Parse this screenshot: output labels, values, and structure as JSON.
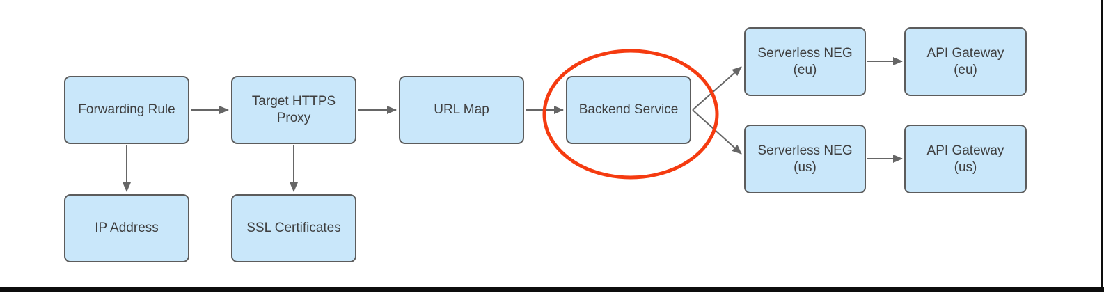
{
  "nodes": {
    "forwarding_rule": {
      "label": "Forwarding Rule"
    },
    "target_https_proxy": {
      "label": "Target HTTPS\nProxy"
    },
    "url_map": {
      "label": "URL Map"
    },
    "backend_service": {
      "label": "Backend Service"
    },
    "ip_address": {
      "label": "IP Address"
    },
    "ssl_certificates": {
      "label": "SSL Certificates"
    },
    "serverless_neg_eu": {
      "label": "Serverless NEG\n(eu)"
    },
    "api_gateway_eu": {
      "label": "API Gateway\n(eu)"
    },
    "serverless_neg_us": {
      "label": "Serverless NEG\n(us)"
    },
    "api_gateway_us": {
      "label": "API Gateway\n(us)"
    }
  },
  "edges": [
    {
      "from": "forwarding_rule",
      "to": "target_https_proxy"
    },
    {
      "from": "target_https_proxy",
      "to": "url_map"
    },
    {
      "from": "url_map",
      "to": "backend_service"
    },
    {
      "from": "backend_service",
      "to": "serverless_neg_eu"
    },
    {
      "from": "backend_service",
      "to": "serverless_neg_us"
    },
    {
      "from": "serverless_neg_eu",
      "to": "api_gateway_eu"
    },
    {
      "from": "serverless_neg_us",
      "to": "api_gateway_us"
    },
    {
      "from": "forwarding_rule",
      "to": "ip_address"
    },
    {
      "from": "target_https_proxy",
      "to": "ssl_certificates"
    }
  ],
  "annotations": {
    "highlight_ellipse": {
      "target": "Backend Service",
      "shape": "ellipse"
    }
  },
  "colors": {
    "node_fill": "#c9e7fa",
    "node_border": "#5c5c5c",
    "arrow": "#666666",
    "highlight": "#f53b10",
    "text": "#3e3e3e",
    "frame": "#0d0d0d"
  }
}
